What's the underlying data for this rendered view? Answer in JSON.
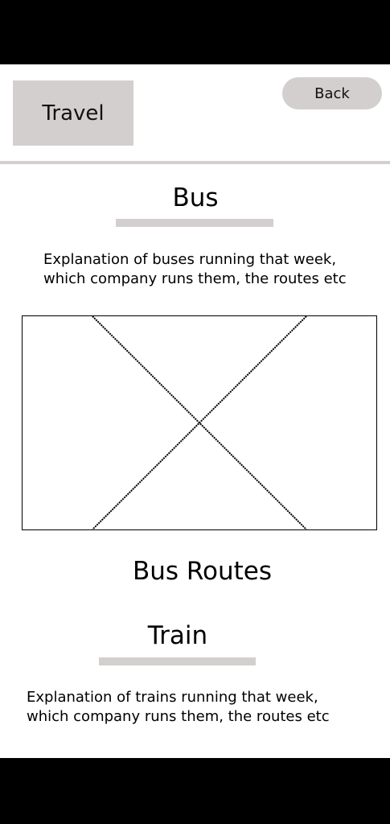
{
  "header": {
    "title": "Travel",
    "back_label": "Back"
  },
  "bus": {
    "heading": "Bus",
    "description": "Explanation of buses running that week, which company runs them, the routes etc",
    "image_caption": "Bus Routes"
  },
  "train": {
    "heading": "Train",
    "description": "Explanation of trains running that week, which company runs them, the routes etc"
  },
  "colors": {
    "accent_gray": "#d4cfcf",
    "background": "#ffffff",
    "frame": "#000000"
  }
}
